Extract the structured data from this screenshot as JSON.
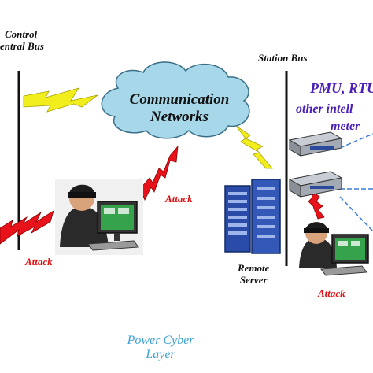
{
  "labels": {
    "control_bus_line1": "Control",
    "control_bus_line2": "entral Bus",
    "station_bus": "Station Bus",
    "cloud_line1": "Communication",
    "cloud_line2": "Networks",
    "pmu_line1": "PMU, RTU",
    "pmu_line2": "other intell",
    "pmu_line3": "meter",
    "remote_line1": "Remote",
    "remote_line2": "Server",
    "layer_line1": "Power Cyber",
    "layer_line2": "Layer"
  },
  "attacks": [
    "Attack",
    "Attack",
    "Attack"
  ],
  "colors": {
    "attack_text": "#e01010",
    "attack_bolt": "#e8121a",
    "link_bolt": "#f2ee1e",
    "cloud": "#a7d8ea",
    "device_link": "#3b7bd6",
    "pmu_text": "#4a1fb8",
    "layer_text": "#3aa0d8"
  },
  "icons": [
    "lightning-bolt-icon",
    "cloud-icon",
    "hacker-icon",
    "server-rack-icon",
    "network-device-icon"
  ]
}
